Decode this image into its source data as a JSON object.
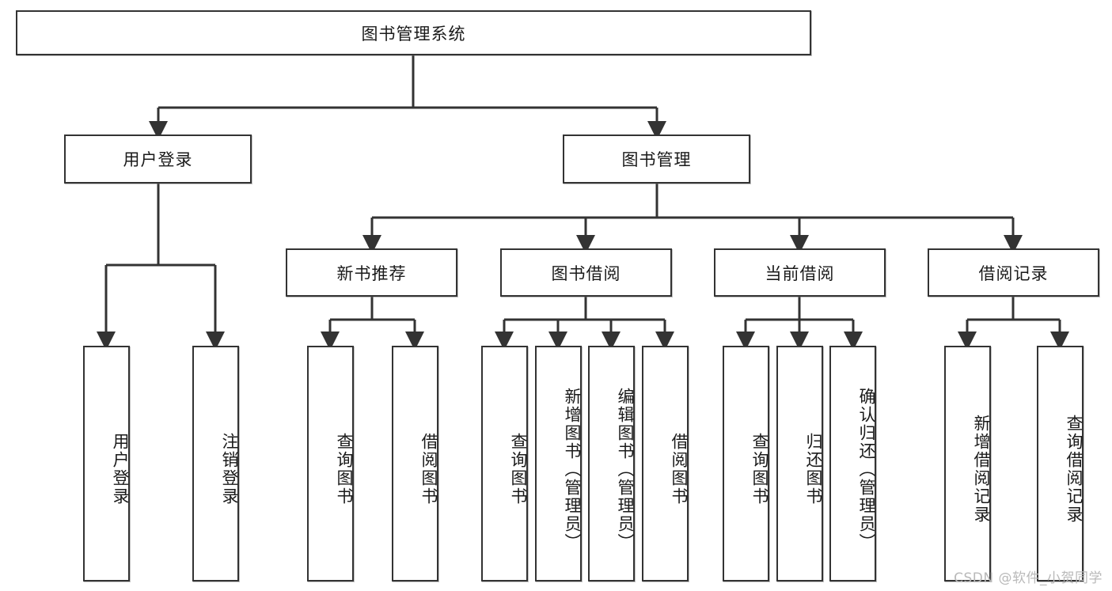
{
  "diagram": {
    "title": "图书管理系统",
    "type": "tree-hierarchy-diagram",
    "colors": {
      "box_border": "#333333",
      "box_fill": "#ffffff",
      "connector": "#333333",
      "watermark": "#b9b9b9",
      "background": "#ffffff"
    },
    "root": {
      "label": "图书管理系统"
    },
    "level2": [
      {
        "label": "用户登录"
      },
      {
        "label": "图书管理"
      }
    ],
    "level3": [
      {
        "label": "新书推荐"
      },
      {
        "label": "图书借阅"
      },
      {
        "label": "当前借阅"
      },
      {
        "label": "借阅记录"
      }
    ],
    "leaves": {
      "user_login": [
        {
          "label": "用户登录"
        },
        {
          "label": "注销登录"
        }
      ],
      "new_book_recommend": [
        {
          "label": "查询图书"
        },
        {
          "label": "借阅图书"
        }
      ],
      "book_borrow": [
        {
          "label": "查询图书"
        },
        {
          "label": "新增图书（管理员）"
        },
        {
          "label": "编辑图书（管理员）"
        },
        {
          "label": "借阅图书"
        }
      ],
      "current_borrow": [
        {
          "label": "查询图书"
        },
        {
          "label": "归还图书"
        },
        {
          "label": "确认归还（管理员）"
        }
      ],
      "borrow_records": [
        {
          "label": "新增借阅记录"
        },
        {
          "label": "查询借阅记录"
        }
      ]
    }
  },
  "watermark": {
    "text": "CSDN @软件_小贺同学"
  }
}
